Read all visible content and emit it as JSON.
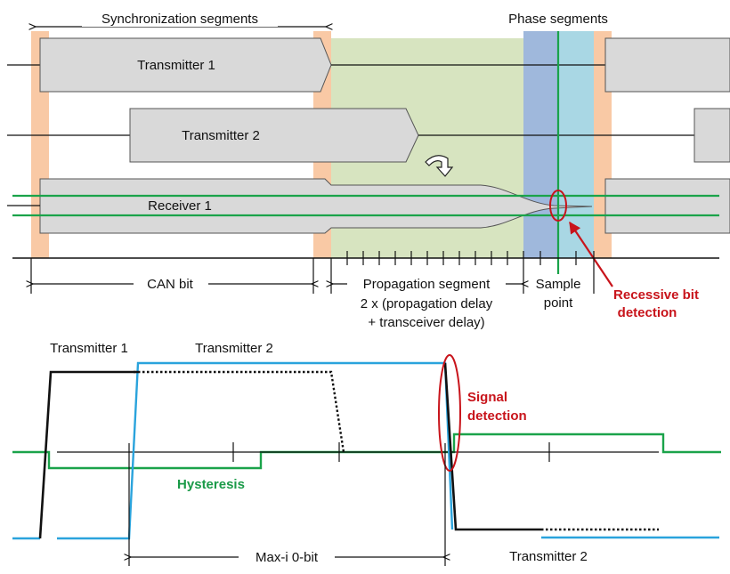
{
  "labels": {
    "sync_segments": "Synchronization segments",
    "phase_segments": "Phase segments",
    "transmitter1": "Transmitter 1",
    "transmitter2": "Transmitter 2",
    "receiver1": "Receiver 1",
    "can_bit": "CAN bit",
    "propagation_segment": "Propagation segment",
    "prop_formula_line1": "2 x (propagation delay",
    "prop_formula_line2": "+ transceiver delay)",
    "sample_point_line1": "Sample",
    "sample_point_line2": "point",
    "recessive_line1": "Recessive bit",
    "recessive_line2": "detection",
    "lower_transmitter1": "Transmitter 1",
    "lower_transmitter2": "Transmitter 2",
    "signal_detection_line1": "Signal",
    "signal_detection_line2": "detection",
    "hysteresis": "Hysteresis",
    "max_bit": "Max-i 0-bit",
    "bottom_transmitter2": "Transmitter 2"
  },
  "colors": {
    "sync_segment": "#f9c9a5",
    "propagation_segment": "#d7e4c0",
    "phase_segment_1": "#9fb8dc",
    "phase_segment_2": "#a9d7e4",
    "frame_fill": "#d9d9d9",
    "frame_stroke": "#555555",
    "green_line": "#1aa34a",
    "blue_line": "#2aa3dc",
    "red": "#c8141b",
    "black": "#111111"
  }
}
